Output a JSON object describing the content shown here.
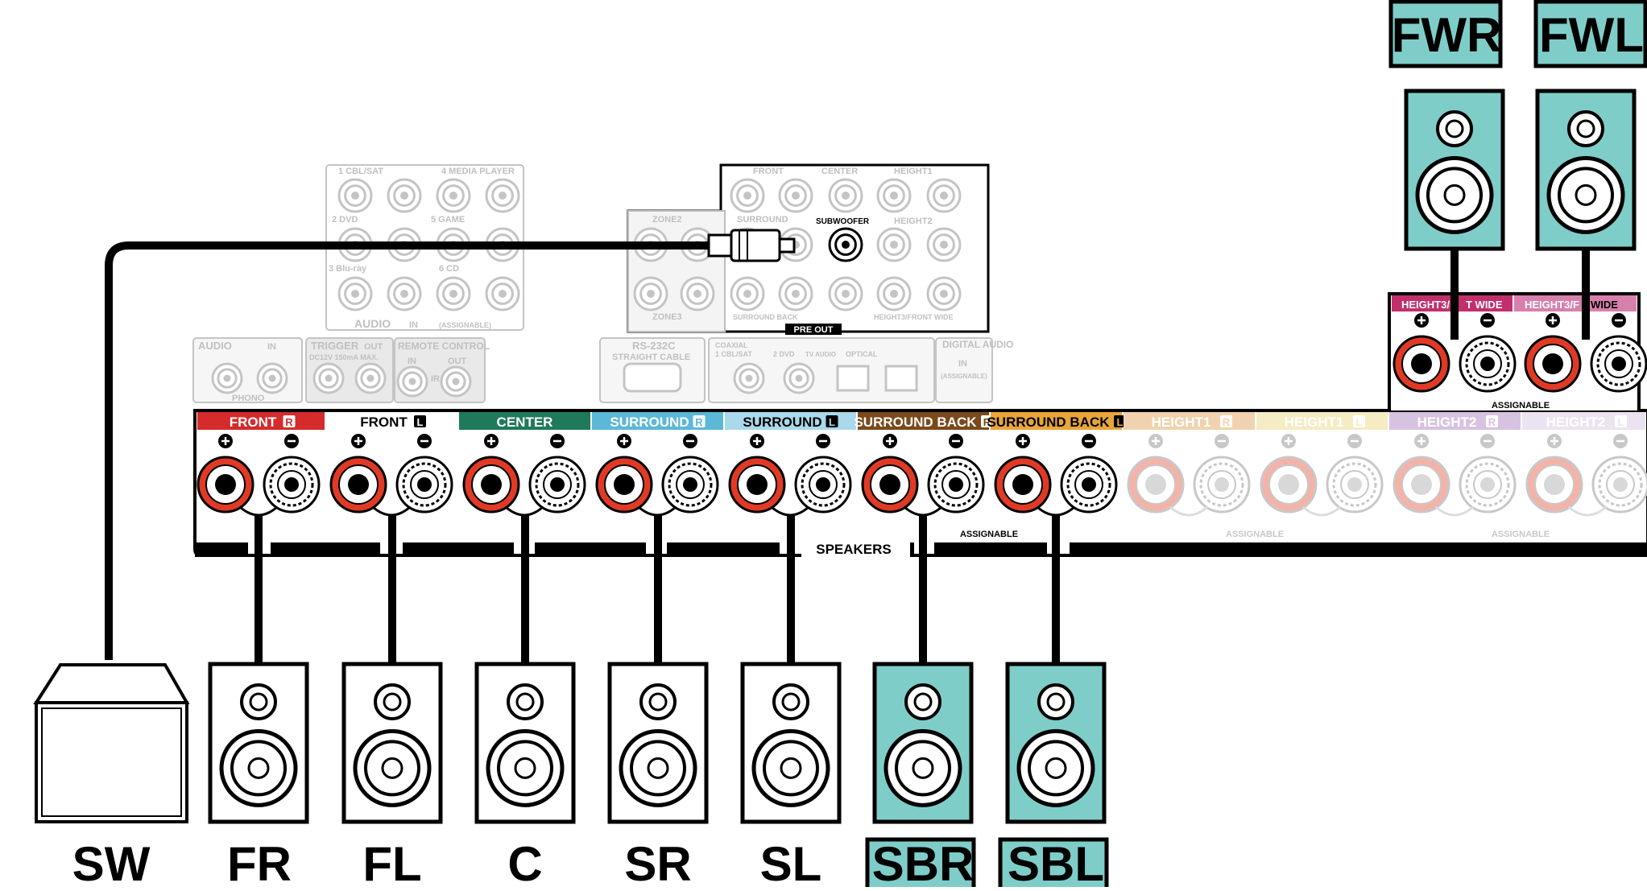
{
  "colors": {
    "highlight": "#7fcdc8",
    "front_r": "#d52b2b",
    "center": "#1f7a5c",
    "surround_r": "#5bb8d6",
    "surround_l": "#a9d9ea",
    "surround_back_r": "#7a4a1c",
    "surround_back_l": "#e8a63a",
    "height1_r": "#f0d3ae",
    "height1_l": "#f5ecc3",
    "height2_r": "#d8c2e2",
    "height2_l": "#ece3f0",
    "height3_r": "#c1306d",
    "height3_l": "#d780ae",
    "ghost": "#bdbdbd"
  },
  "speaker_labels": {
    "sw": "SW",
    "fr": "FR",
    "fl": "FL",
    "c": "C",
    "sr": "SR",
    "sl": "SL",
    "sbr": "SBR",
    "sbl": "SBL",
    "fwr": "FWR",
    "fwl": "FWL"
  },
  "terminal_bands": {
    "front_r": "FRONT",
    "front_l": "FRONT",
    "center": "CENTER",
    "surround_r": "SURROUND",
    "surround_l": "SURROUND",
    "surround_back_r": "SURROUND BACK",
    "surround_back_l": "SURROUND BACK",
    "height1_r": "HEIGHT1",
    "height1_l": "HEIGHT1",
    "height2_r": "HEIGHT2",
    "height2_l": "HEIGHT2",
    "r_badge": "R",
    "l_badge": "L"
  },
  "height3_header": {
    "left_r": "HEIGHT3/F",
    "right_r": "T WIDE",
    "left_l": "HEIGHT3/F",
    "right_l": "WIDE"
  },
  "captions": {
    "speakers": "SPEAKERS",
    "assignable": "ASSIGNABLE",
    "pre_out": "PRE OUT",
    "subwoofer": "SUBWOOFER"
  },
  "panel_text": {
    "cbl_sat": "1 CBL/SAT",
    "media_player": "4 MEDIA PLAYER",
    "dvd": "2 DVD",
    "game": "5 GAME",
    "bluray": "3 Blu-ray",
    "cd": "6 CD",
    "audio": "AUDIO",
    "audio_in": "IN",
    "audio_assignable": "(ASSIGNABLE)",
    "zone2": "ZONE2",
    "zone3": "ZONE3",
    "front": "FRONT",
    "center": "CENTER",
    "height1": "HEIGHT1",
    "surround": "SURROUND",
    "height2": "HEIGHT2",
    "surround_back": "SURROUND BACK",
    "height3_front_wide": "HEIGHT3/FRONT WIDE",
    "phono_audio": "AUDIO",
    "phono_in": "IN",
    "phono": "PHONO",
    "trigger": "TRIGGER",
    "trigger_out": "OUT",
    "trigger_spec": "DC12V 150mA MAX.",
    "remote_control": "REMOTE CONTROL",
    "rc_in": "IN",
    "rc_out": "OUT",
    "ir": "IR",
    "rs232c": "RS-232C",
    "straight_cable": "STRAIGHT CABLE",
    "coaxial": "COAXIAL",
    "coax_cbl": "1 CBL/SAT",
    "coax_dvd": "2 DVD",
    "tv_audio": "TV AUDIO",
    "optical": "OPTICAL",
    "digital_audio": "DIGITAL AUDIO",
    "digital_in": "IN",
    "digital_assignable": "(ASSIGNABLE)"
  }
}
